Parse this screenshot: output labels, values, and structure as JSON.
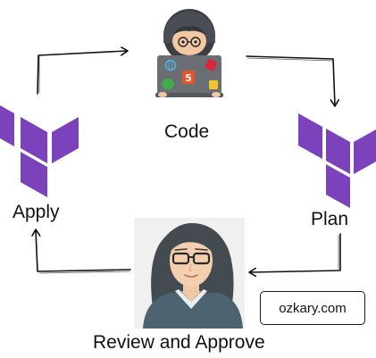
{
  "nodes": {
    "code": {
      "label": "Code"
    },
    "apply": {
      "label": "Apply"
    },
    "plan": {
      "label": "Plan"
    },
    "review": {
      "label": "Review and Approve"
    }
  },
  "watermark": {
    "text": "ozkary.com"
  },
  "icons": {
    "developer": "developer-laptop-icon",
    "terraform": "terraform-logo-icon",
    "reviewer": "reviewer-avatar-icon"
  },
  "colors": {
    "terraform_purple": "#7b42bc",
    "terraform_purple_dark": "#5c4ee5",
    "laptop_gray": "#6b6f74",
    "reviewer_shirt": "#4d6470",
    "reviewer_hair": "#434a50",
    "reviewer_bg": "#f0f0f0",
    "arrow": "#111111"
  },
  "edges": [
    {
      "from": "apply",
      "to": "code"
    },
    {
      "from": "code",
      "to": "plan"
    },
    {
      "from": "plan",
      "to": "review"
    },
    {
      "from": "review",
      "to": "apply"
    }
  ]
}
